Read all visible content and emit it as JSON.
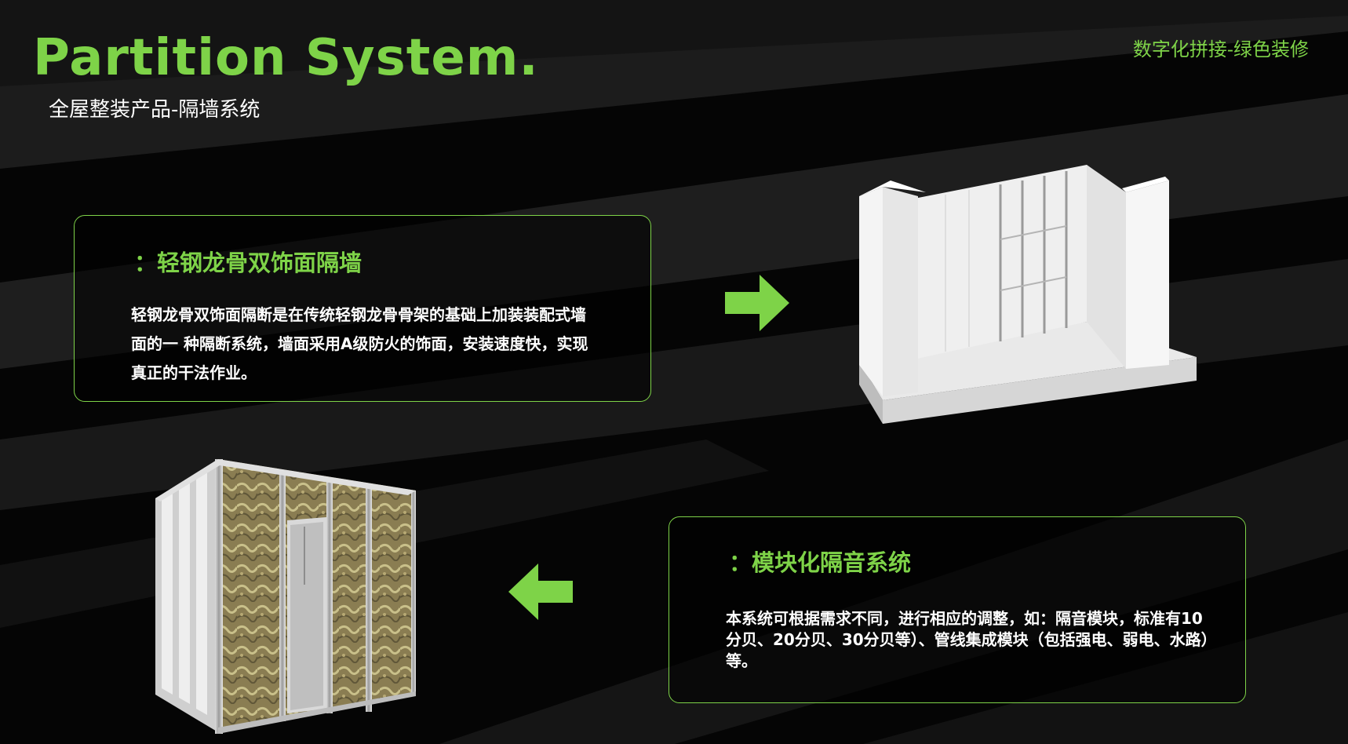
{
  "header": {
    "title": "Partition System.",
    "subtitle": "全屋整装产品-隔墙系统",
    "tagline": "数字化拼接-绿色装修"
  },
  "cards": [
    {
      "heading": "：轻钢龙骨双饰面隔墙",
      "body": "轻钢龙骨双饰面隔断是在传统轻钢龙骨骨架的基础上加装装配式墙面的一 种隔断系统，墙面采用A级防火的饰面，安装速度快，实现真正的干法作业。"
    },
    {
      "heading": "：模块化隔音系统",
      "body": " 本系统可根据需求不同，进行相应的调整，如：隔音模块，标准有10分贝、20分贝、30分贝等）、管线集成模块（包括强电、弱电、水路）等。"
    }
  ],
  "icons": {
    "arrow_right": "arrow-right-icon",
    "arrow_left": "arrow-left-icon"
  },
  "colors": {
    "accent": "#7ed348",
    "background": "#050505",
    "text": "#ffffff"
  }
}
